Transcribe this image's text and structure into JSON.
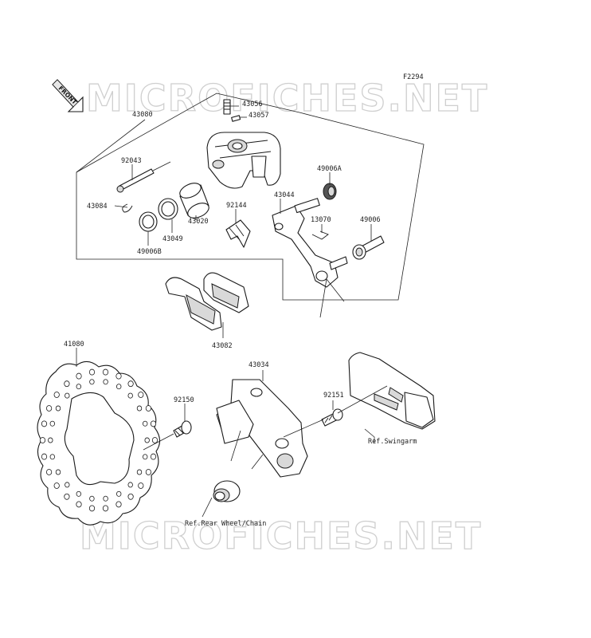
{
  "figure_code": "F2294",
  "front_badge": "FRONT",
  "watermark_text": "MICROFICHES.NET",
  "references": {
    "rear_wheel": "Ref.Rear Wheel/Chain",
    "swingarm": "Ref.Swingarm"
  },
  "part_labels": {
    "p43056": "43056",
    "p43057": "43057",
    "p43080": "43080",
    "p92043": "92043",
    "p43084": "43084",
    "p43020": "43020",
    "p43049": "43049",
    "p49006B": "49006B",
    "p92144": "92144",
    "p49006A": "49006A",
    "p43044": "43044",
    "p13070": "13070",
    "p49006": "49006",
    "p43082": "43082",
    "p41080": "41080",
    "p92150": "92150",
    "p43034": "43034",
    "p92151": "92151"
  },
  "colors": {
    "line": "#1a1a1a",
    "watermark": "#cfcfcf",
    "background": "#ffffff"
  }
}
